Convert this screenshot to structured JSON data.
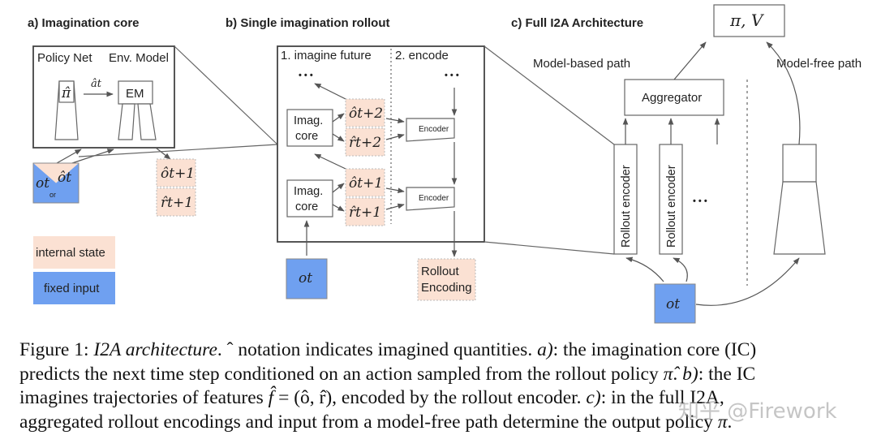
{
  "sections": {
    "a_title": "a) Imagination core",
    "b_title": "b) Single imagination rollout",
    "c_title": "c) Full I2A Architecture"
  },
  "imagination_core": {
    "policy_net": "Policy Net",
    "env_model": "Env. Model",
    "pi_hat": "π̂",
    "a_hat_t": "ât",
    "em": "EM",
    "o_t": "ot",
    "o_hat_t": "ôt",
    "or": "or",
    "o_hat_t1": "ôt+1",
    "r_hat_t1": "r̂t+1"
  },
  "legend": {
    "internal_state": "internal state",
    "fixed_input": "fixed input",
    "internal_color": "#fbe1d3",
    "fixed_color": "#6fa0f0"
  },
  "rollout": {
    "imagine_future": "1. imagine future",
    "encode": "2. encode",
    "imag_core": "Imag.",
    "imag_core2": "core",
    "o_hat_t2": "ôt+2",
    "r_hat_t2": "r̂t+2",
    "o_hat_t1": "ôt+1",
    "r_hat_t1": "r̂t+1",
    "encoder": "Encoder",
    "dots": "• • •",
    "o_t": "ot",
    "rollout_encoding_1": "Rollout",
    "rollout_encoding_2": "Encoding"
  },
  "architecture": {
    "pi_v": "π, V",
    "model_based_path": "Model-based path",
    "model_free_path": "Model-free path",
    "aggregator": "Aggregator",
    "rollout_encoder": "Rollout encoder",
    "dots": "• • •",
    "o_t": "ot"
  },
  "caption": {
    "line1_a": "Figure 1: ",
    "line1_b": "I2A architecture",
    "line1_c": ". ˆ notation indicates imagined quantities. ",
    "line1_d": "a)",
    "line1_e": ": the imagination core (IC)",
    "line2_a": "predicts the next time step conditioned on an action sampled from the rollout policy ",
    "line2_b": "π̂",
    "line2_c": ". ",
    "line2_d": "b)",
    "line2_e": ": the IC",
    "line3_a": "imagines trajectories of features ",
    "line3_b": "f̂",
    "line3_c": " = (ô, r̂), encoded by the rollout encoder. ",
    "line3_d": "c)",
    "line3_e": ": in the full I2A,",
    "line4_a": "aggregated rollout encodings and input from a model-free path determine the output policy ",
    "line4_b": "π",
    "line4_c": "."
  },
  "watermark": "知乎 @Firework"
}
